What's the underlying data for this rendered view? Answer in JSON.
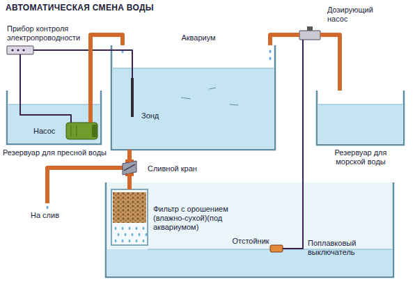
{
  "diagram": {
    "title": "АВТОМАТИЧЕСКАЯ СМЕНА ВОДЫ",
    "nodes": [
      {
        "text": [
          "Прибор контроля электропроводности"
        ]
      },
      {
        "text": [
          "Аквариум"
        ]
      },
      {
        "text": [
          "Зонд"
        ],
        "in": 1
      },
      {
        "text": [
          "Дозирующий насос"
        ]
      },
      {
        "text": [
          "Резервуар для пресной воды"
        ]
      },
      {
        "text": [
          "Насос"
        ],
        "in": 4
      },
      {
        "text": [
          "Резервуар для морской воды"
        ]
      },
      {
        "text": [
          "Сливной кран"
        ]
      },
      {
        "text": [
          "Отстойник"
        ]
      },
      {
        "text": [
          "Фильтр с орошением (влажно-сухой)(под аквариумом)"
        ],
        "in": 8
      },
      {
        "text": [
          "Поплавковый выключатель"
        ],
        "in": 8
      }
    ],
    "edges": [
      {
        "from": 0,
        "to": 2,
        "arrow": "none"
      },
      {
        "from": 0,
        "to": 5,
        "arrow": "none"
      },
      {
        "from": 5,
        "to": 1,
        "arrow": "none"
      },
      {
        "from": 6,
        "to": 3,
        "arrow": "none"
      },
      {
        "from": 3,
        "to": 1,
        "arrow": "none"
      },
      {
        "from": 3,
        "to": 10,
        "arrow": "none"
      },
      {
        "from": 1,
        "to": 7,
        "arrow": "none"
      },
      {
        "from": 7,
        "to": 9,
        "arrow": "none"
      }
    ],
    "labels": [
      "На слив"
    ]
  }
}
